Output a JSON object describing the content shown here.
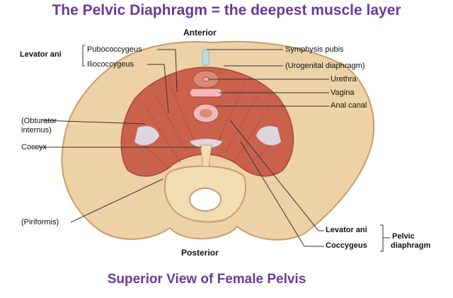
{
  "title": "The Pelvic Diaphragm = the deepest muscle layer",
  "caption": "Superior View of Female Pelvis",
  "orientation": {
    "top": "Anterior",
    "bottom": "Posterior"
  },
  "labels": {
    "levator_ani_group": "Levator ani",
    "pubococcygeus": "Pubococcygeus",
    "iliococcygeus": "Iliococcygeus",
    "obturator_line1": "(Obturator",
    "obturator_line2": "internus)",
    "coccyx": "Coccyx",
    "piriformis": "(Piriformis)",
    "symphysis_pubis": "Symphysis pubis",
    "urogenital_diaphragm": "(Urogenital diaphragm)",
    "urethra": "Urethra",
    "vagina": "Vagina",
    "anal_canal": "Anal canal",
    "levator_ani": "Levator ani",
    "coccygeus": "Coccygeus",
    "pelvic_diaphragm_line1": "Pelvic",
    "pelvic_diaphragm_line2": "diaphragm"
  },
  "colors": {
    "title": "#6a3a9a",
    "bone": "#ecd2a6",
    "bone_shadow": "#cfa46c",
    "muscle": "#c9614d",
    "muscle_dark": "#a9473a",
    "ligament": "#dfe3ee",
    "orifice": "#f2b8b8"
  }
}
